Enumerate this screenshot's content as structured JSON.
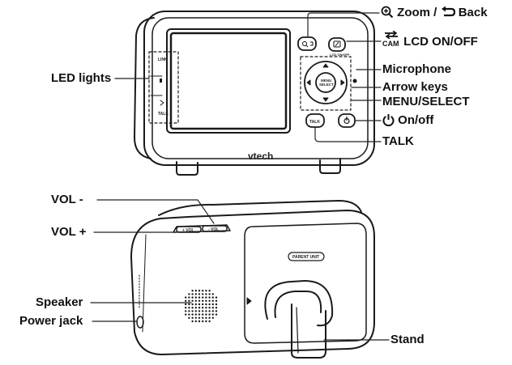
{
  "labels": {
    "zoom": "Zoom",
    "slash": "/",
    "back": "Back",
    "lcd": "LCD ON/OFF",
    "cam_icon_text": "CAM",
    "microphone": "Microphone",
    "arrow_keys": "Arrow keys",
    "menu_select": "MENU/SELECT",
    "on_off": "On/off",
    "talk": "TALK",
    "led_lights": "LED lights",
    "vol_minus": "VOL -",
    "vol_plus": "VOL +",
    "speaker": "Speaker",
    "power_jack": "Power jack",
    "stand": "Stand"
  },
  "device_front": {
    "brand": "vtech",
    "led_link": "LINK",
    "led_talk": "TALK",
    "talk_button": "TALK",
    "center_button_line1": "MENU",
    "center_button_line2": "SELECT",
    "lcd_button_caption": "LCD ON/OFF"
  },
  "device_back": {
    "panel_label": "PARENT UNIT",
    "vol_minus_key": "- VOL",
    "vol_plus_key": "+ VOL"
  },
  "colors": {
    "line": "#1a1a1a",
    "callout": "#222222",
    "screen": "#ffffff"
  },
  "icons": [
    "magnifier-plus-icon",
    "back-arrow-icon",
    "camera-swap-icon",
    "power-icon"
  ]
}
